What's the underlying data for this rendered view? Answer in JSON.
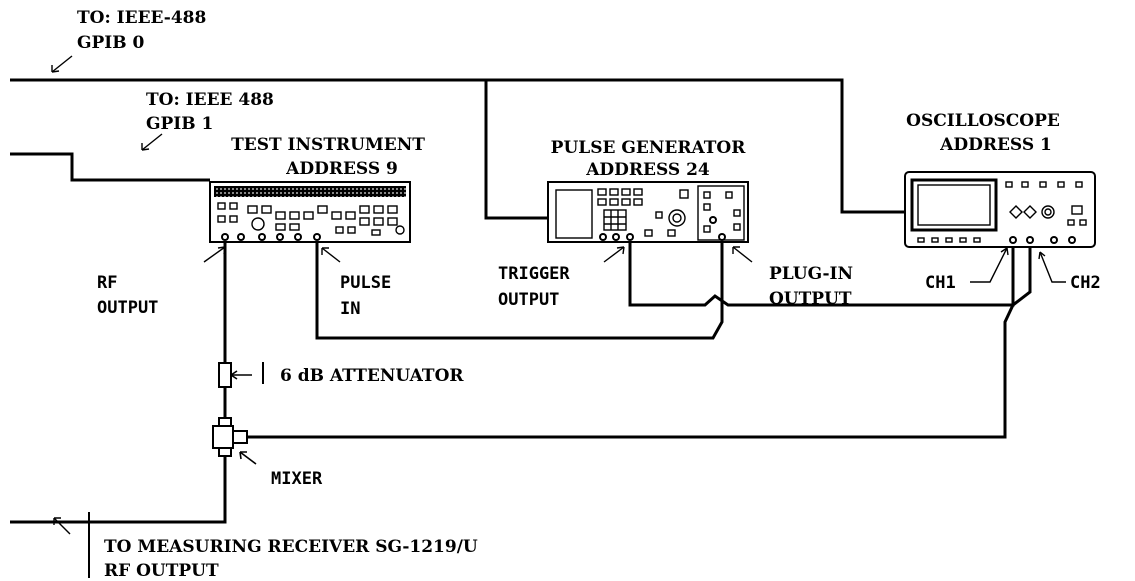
{
  "labels": {
    "gpib0_line1": "TO: IEEE-488",
    "gpib0_line2": "GPIB 0",
    "gpib1_line1": "TO: IEEE 488",
    "gpib1_line2": "GPIB 1",
    "test_instr_line1": "TEST INSTRUMENT",
    "test_instr_line2": "ADDRESS 9",
    "pulse_gen_line1": "PULSE GENERATOR",
    "pulse_gen_line2": "ADDRESS 24",
    "scope_line1": "OSCILLOSCOPE",
    "scope_line2": "ADDRESS 1",
    "rf_output_line1": "RF",
    "rf_output_line2": "OUTPUT",
    "pulse_in_line1": "PULSE",
    "pulse_in_line2": "IN",
    "trigger_line1": "TRIGGER",
    "trigger_line2": "OUTPUT",
    "plugin_line1": "PLUG-IN",
    "plugin_line2": "OUTPUT",
    "ch1": "CH1",
    "ch2": "CH2",
    "attenuator": "6 dB ATTENUATOR",
    "mixer": "MIXER",
    "receiver_line1": "TO MEASURING RECEIVER SG-1219/U",
    "receiver_line2": "RF OUTPUT"
  }
}
